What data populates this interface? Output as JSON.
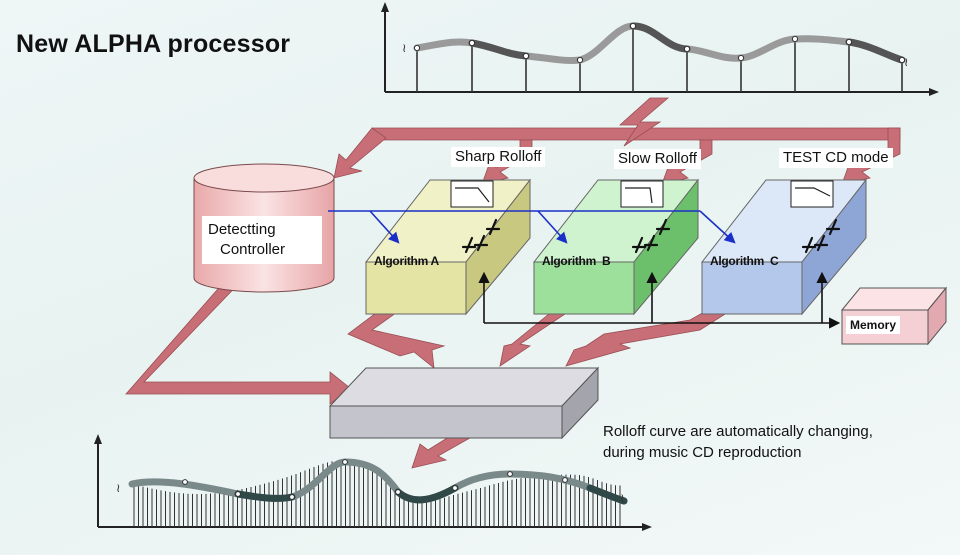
{
  "title": "New ALPHA processor",
  "filters": {
    "sharp": "Sharp Rolloff",
    "slow": "Slow Rolloff",
    "test": "TEST CD mode"
  },
  "controller": {
    "line1": "Detectting",
    "line2": "Controller"
  },
  "algorithms": {
    "a": "Algorithm A",
    "b": "Algorithm  B",
    "c": "Algorithm  C"
  },
  "memory": "Memory",
  "caption": {
    "line1": "Rolloff curve are automatically changing,",
    "line2": "during music CD reproduction"
  },
  "colors": {
    "arrow": "#c86e76",
    "algo_a": "#e4e4a4",
    "algo_b": "#9ce09c",
    "algo_c": "#b4c8ec",
    "controller": "#f4c8c8",
    "output_block": "#c4c4cc",
    "memory": "#f4d0d4",
    "signal_line": "#2030c0"
  }
}
